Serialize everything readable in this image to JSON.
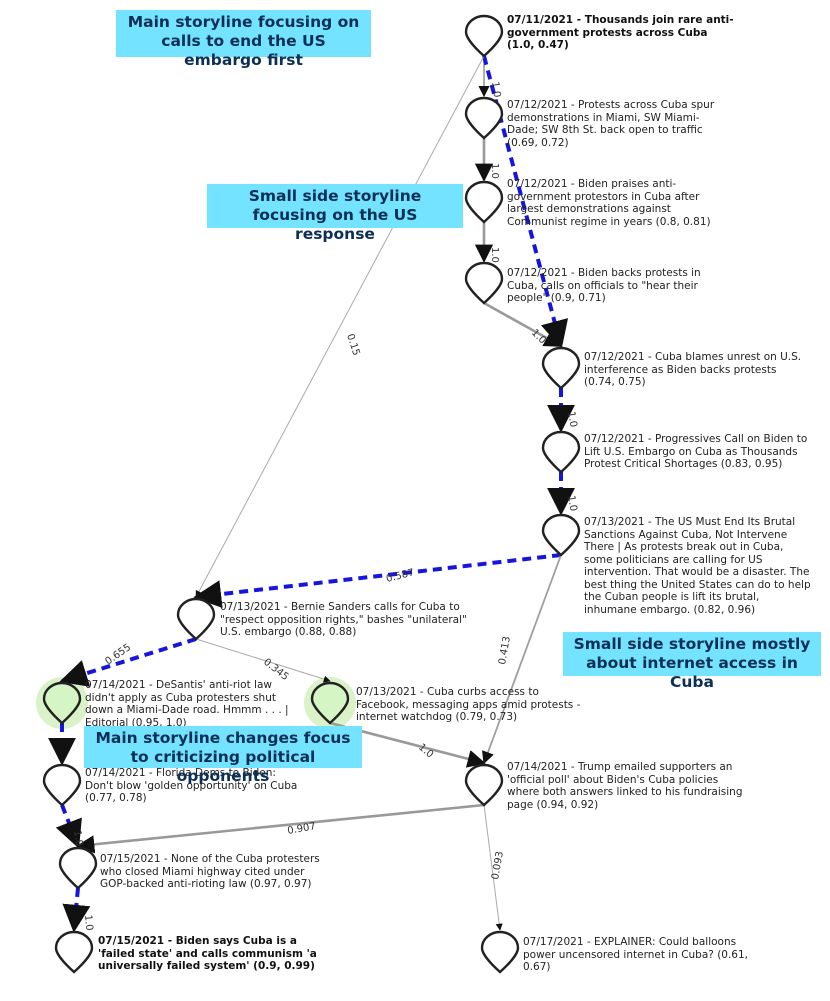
{
  "callouts": [
    {
      "id": "c1",
      "text": "Main storyline focusing on calls to end the US embargo first"
    },
    {
      "id": "c2",
      "text": "Small side storyline focusing on the US response"
    },
    {
      "id": "c3",
      "text": "Small side storyline mostly about internet access in Cuba"
    },
    {
      "id": "c4",
      "text": "Main storyline changes focus to criticizing political opponents"
    }
  ],
  "nodes": [
    {
      "id": "n1",
      "label": "07/11/2021 - Thousands join rare anti-government protests across Cuba (1.0, 0.47)",
      "bold": true,
      "highlight": false
    },
    {
      "id": "n2",
      "label": "07/12/2021 - Protests across Cuba spur demonstrations in Miami, SW Miami-Dade; SW 8th St. back open to traffic (0.69, 0.72)",
      "bold": false,
      "highlight": false
    },
    {
      "id": "n3",
      "label": "07/12/2021 - Biden praises anti-government protestors in Cuba after largest demonstrations against Communist regime in years (0.8, 0.81)",
      "bold": false,
      "highlight": false
    },
    {
      "id": "n4",
      "label": "07/12/2021 - Biden backs protests in Cuba, calls on officials to \"hear their people\" (0.9, 0.71)",
      "bold": false,
      "highlight": false
    },
    {
      "id": "n5",
      "label": "07/12/2021 - Cuba blames unrest on U.S. interference as Biden backs protests (0.74, 0.75)",
      "bold": false,
      "highlight": false
    },
    {
      "id": "n6",
      "label": "07/12/2021 - Progressives Call on Biden to Lift U.S. Embargo on Cuba as Thousands Protest Critical Shortages (0.83, 0.95)",
      "bold": false,
      "highlight": false
    },
    {
      "id": "n7",
      "label": "07/13/2021 - The US Must End Its Brutal Sanctions Against Cuba, Not Intervene There | As protests break out in Cuba, some politicians are calling for US intervention. That would be a disaster. The best thing the United States can do to help the Cuban people is lift its brutal, inhumane embargo. (0.82, 0.96)",
      "bold": false,
      "highlight": false
    },
    {
      "id": "n8",
      "label": "07/13/2021 - Bernie Sanders calls for Cuba to \"respect opposition rights,\" bashes \"unilateral\" U.S. embargo (0.88, 0.88)",
      "bold": false,
      "highlight": false
    },
    {
      "id": "n9",
      "label": "07/14/2021 - DeSantis' anti-riot law didn't apply as Cuba protesters shut down a Miami-Dade road. Hmmm . . . | Editorial (0.95, 1.0)",
      "bold": false,
      "highlight": true
    },
    {
      "id": "n10",
      "label": "07/13/2021 - Cuba curbs access to Facebook, messaging apps amid protests - internet watchdog (0.79, 0.73)",
      "bold": false,
      "highlight": true
    },
    {
      "id": "n11",
      "label": "07/14/2021 - Florida Dems to Biden: Don't blow 'golden opportunity' on Cuba (0.77, 0.78)",
      "bold": false,
      "highlight": false
    },
    {
      "id": "n12",
      "label": "07/14/2021 - Trump emailed supporters an 'official poll' about Biden's Cuba policies where both answers linked to his fundraising page (0.94, 0.92)",
      "bold": false,
      "highlight": false
    },
    {
      "id": "n13",
      "label": "07/15/2021 - None of the Cuba protesters who closed Miami highway cited under GOP-backed anti-rioting law (0.97, 0.97)",
      "bold": false,
      "highlight": false
    },
    {
      "id": "n14",
      "label": "07/15/2021 - Biden says Cuba is a 'failed state' and calls communism 'a universally failed system' (0.9, 0.99)",
      "bold": true,
      "highlight": false
    },
    {
      "id": "n15",
      "label": "07/17/2021 - EXPLAINER: Could balloons power uncensored internet in Cuba? (0.61, 0.67)",
      "bold": false,
      "highlight": false
    }
  ],
  "edges": [
    {
      "from": "n1",
      "to": "n2",
      "label": "1.0",
      "style": "main"
    },
    {
      "from": "n1",
      "to": "n5",
      "label": "",
      "style": "dashed"
    },
    {
      "from": "n1",
      "to": "n8",
      "label": "0.15",
      "style": "thin"
    },
    {
      "from": "n2",
      "to": "n3",
      "label": "1.0",
      "style": "gray"
    },
    {
      "from": "n3",
      "to": "n4",
      "label": "1.0",
      "style": "gray"
    },
    {
      "from": "n4",
      "to": "n5",
      "label": "1.0",
      "style": "gray"
    },
    {
      "from": "n5",
      "to": "n6",
      "label": "1.0",
      "style": "dashed"
    },
    {
      "from": "n6",
      "to": "n7",
      "label": "1.0",
      "style": "dashed"
    },
    {
      "from": "n7",
      "to": "n8",
      "label": "0.587",
      "style": "dashed"
    },
    {
      "from": "n7",
      "to": "n12",
      "label": "0.413",
      "style": "mid"
    },
    {
      "from": "n8",
      "to": "n9",
      "label": "0.655",
      "style": "dashed"
    },
    {
      "from": "n8",
      "to": "n10",
      "label": "0.345",
      "style": "thin"
    },
    {
      "from": "n10",
      "to": "n12",
      "label": "1.0",
      "style": "gray"
    },
    {
      "from": "n9",
      "to": "n11",
      "label": "",
      "style": "dashed"
    },
    {
      "from": "n11",
      "to": "n13",
      "label": "1.0",
      "style": "dashed"
    },
    {
      "from": "n12",
      "to": "n13",
      "label": "0.907",
      "style": "gray"
    },
    {
      "from": "n12",
      "to": "n15",
      "label": "0.093",
      "style": "thin"
    },
    {
      "from": "n13",
      "to": "n14",
      "label": "1.0",
      "style": "dashed"
    }
  ]
}
